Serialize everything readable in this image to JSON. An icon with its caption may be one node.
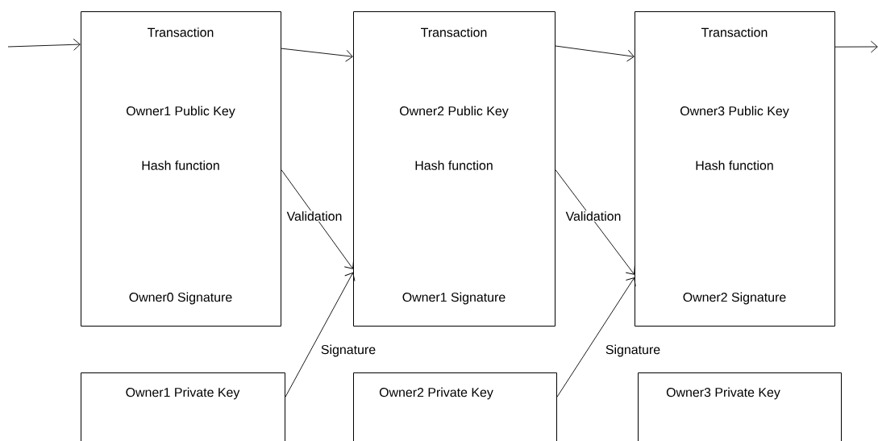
{
  "diagram": {
    "nodes": [
      {
        "text": [
          "Transaction",
          "Owner1 Public Key",
          "Hash function",
          "Owner0 Signature"
        ]
      },
      {
        "text": [
          "Transaction",
          "Owner2 Public Key",
          "Hash function",
          "Owner1 Signature"
        ]
      },
      {
        "text": [
          "Transaction",
          "Owner3 Public Key",
          "Hash function",
          "Owner2 Signature"
        ]
      },
      {
        "text": [
          "Owner1 Private Key"
        ]
      },
      {
        "text": [
          "Owner2 Private Key"
        ]
      },
      {
        "text": [
          "Owner3 Private Key"
        ]
      }
    ],
    "edges": [
      {
        "from": null,
        "to": 0,
        "arrow": "to"
      },
      {
        "from": 0,
        "to": 1,
        "arrow": "to"
      },
      {
        "from": 1,
        "to": 2,
        "arrow": "to"
      },
      {
        "from": 2,
        "to": null,
        "arrow": "to"
      },
      {
        "from": 0,
        "to": 1,
        "arrow": "to",
        "label": "Validation"
      },
      {
        "from": 1,
        "to": 2,
        "arrow": "to",
        "label": "Validation"
      },
      {
        "from": 3,
        "to": 1,
        "arrow": "to",
        "label": "Signature"
      },
      {
        "from": 4,
        "to": 2,
        "arrow": "to",
        "label": "Signature"
      }
    ]
  }
}
